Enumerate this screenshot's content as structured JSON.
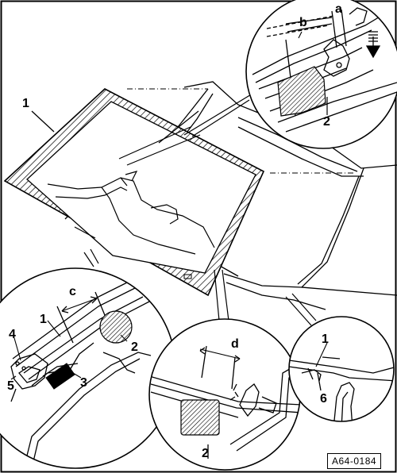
{
  "labels": {
    "main_glass": "1",
    "top_seal": "2",
    "top_a": "a",
    "top_b": "b",
    "left_1": "1",
    "left_2": "2",
    "left_3": "3",
    "left_4": "4",
    "left_5": "5",
    "left_c": "c",
    "mid_2": "2",
    "mid_d": "d",
    "right_1": "1",
    "right_6": "6"
  },
  "reference_code": "A64-0184",
  "colors": {
    "ink": "#000000",
    "paper": "#ffffff",
    "hatch": "#000000"
  }
}
